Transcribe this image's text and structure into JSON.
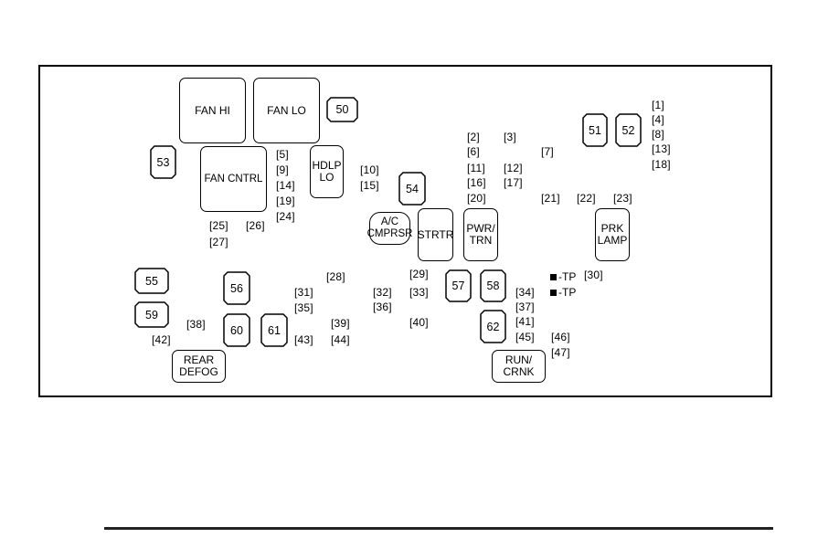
{
  "relays": {
    "fan_hi": "FAN HI",
    "fan_lo": "FAN LO",
    "fan_cntrl": "FAN CNTRL",
    "hdlp_lo": "HDLP\nLO",
    "ac_cmprsr": "A/C\nCMPRSR",
    "strtr": "STRTR",
    "pwr_trn": "PWR/\nTRN",
    "prk_lamp": "PRK\nLAMP",
    "rear_defog": "REAR\nDEFOG",
    "run_crnk": "RUN/\nCRNK"
  },
  "maxi": {
    "m50": "50",
    "m51": "51",
    "m52": "52",
    "m53": "53",
    "m54": "54",
    "m55": "55",
    "m56": "56",
    "m57": "57",
    "m58": "58",
    "m59": "59",
    "m60": "60",
    "m61": "61",
    "m62": "62"
  },
  "fuses": {
    "f1": "1",
    "f2": "2",
    "f3": "3",
    "f4": "4",
    "f5": "5",
    "f6": "6",
    "f7": "7",
    "f8": "8",
    "f9": "9",
    "f10": "10",
    "f11": "11",
    "f12": "12",
    "f13": "13",
    "f14": "14",
    "f15": "15",
    "f16": "16",
    "f17": "17",
    "f18": "18",
    "f19": "19",
    "f20": "20",
    "f21": "21",
    "f22": "22",
    "f23": "23",
    "f24": "24",
    "f25": "25",
    "f26": "26",
    "f27": "27",
    "f28": "28",
    "f29": "29",
    "f30": "30",
    "f31": "31",
    "f32": "32",
    "f33": "33",
    "f34": "34",
    "f35": "35",
    "f36": "36",
    "f37": "37",
    "f38": "38",
    "f39": "39",
    "f40": "40",
    "f41": "41",
    "f42": "42",
    "f43": "43",
    "f44": "44",
    "f45": "45",
    "f46": "46",
    "f47": "47"
  },
  "test_points": {
    "tp1": "-TP",
    "tp2": "-TP"
  }
}
